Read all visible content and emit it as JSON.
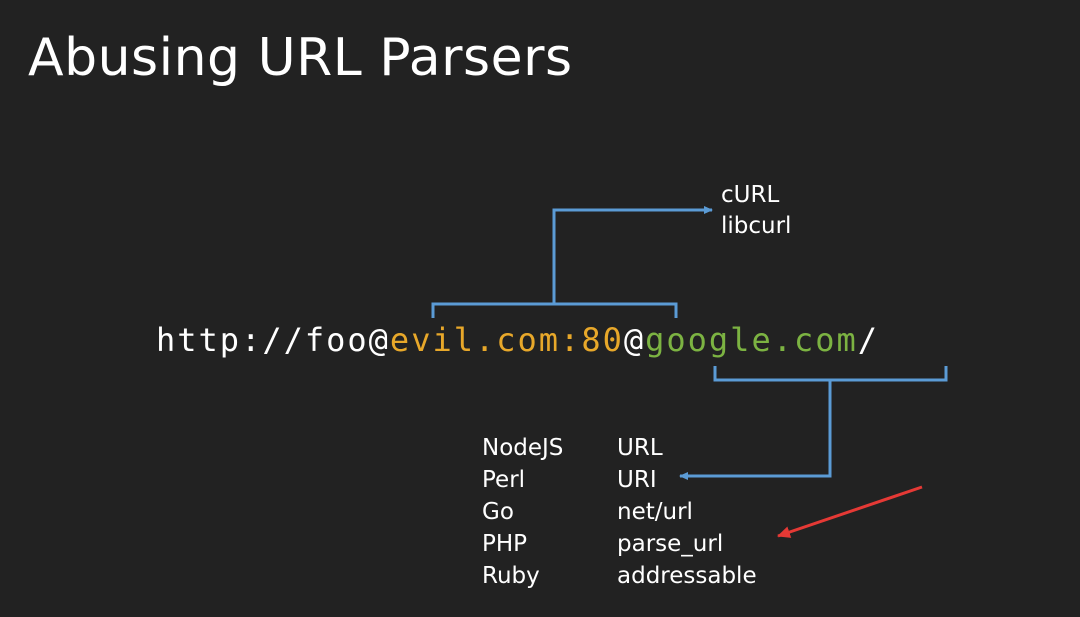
{
  "title": "Abusing URL Parsers",
  "url": {
    "scheme": "http://foo@",
    "evil_host": "evil.com:80",
    "at": "@",
    "google_host": "google.com",
    "trailing": "/"
  },
  "upper_target": {
    "line1": "cURL",
    "line2": "libcurl"
  },
  "parsers": [
    {
      "language": "NodeJS",
      "library": "URL"
    },
    {
      "language": "Perl",
      "library": "URI"
    },
    {
      "language": "Go",
      "library": "net/url"
    },
    {
      "language": "PHP",
      "library": "parse_url"
    },
    {
      "language": "Ruby",
      "library": "addressable"
    }
  ],
  "colors": {
    "background": "#222222",
    "text": "#ffffff",
    "evil_host": "#e8a82a",
    "google_host": "#7cb342",
    "bracket": "#5b9bd5",
    "arrow_red": "#e53935"
  },
  "icons": {
    "upper_arrow": "right-arrow-icon",
    "lower_arrow": "left-arrow-icon",
    "highlight_arrow": "red-arrow-icon"
  }
}
